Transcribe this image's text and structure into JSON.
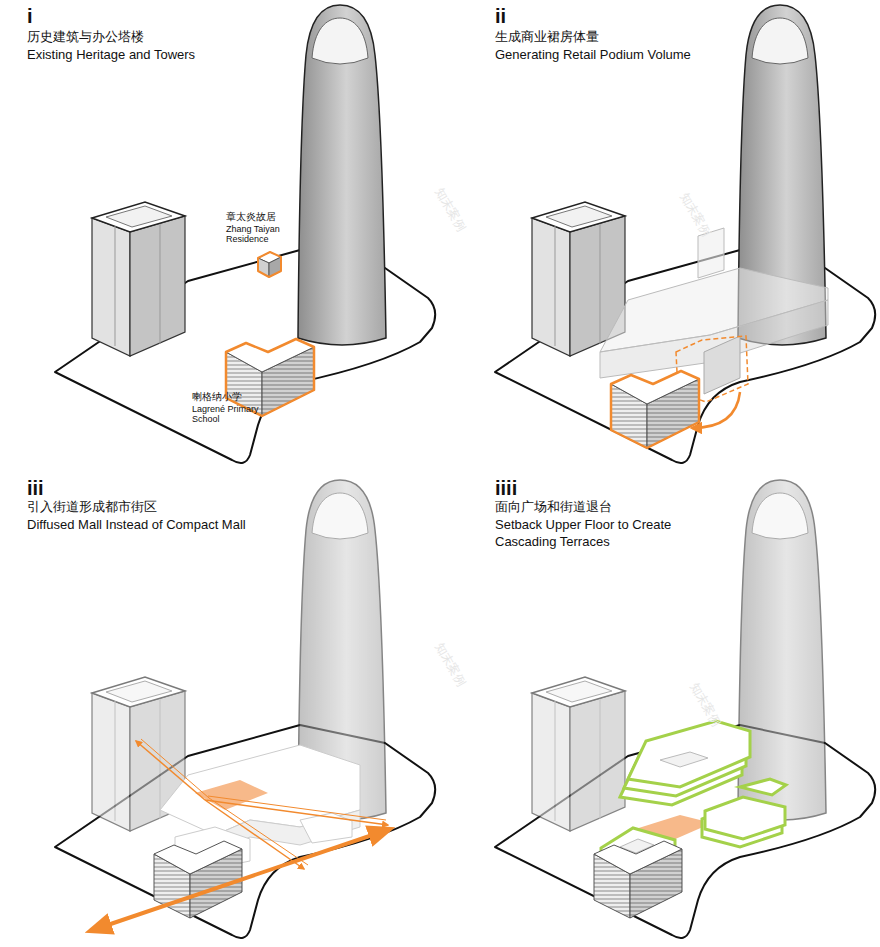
{
  "diagram": {
    "labels": [
      "i",
      "历史建筑与办公塔楼",
      "Existing Heritage and Towers",
      "章太炎故居",
      "Zhang Taiyan Residence",
      "喇格纳小学",
      "Lagrené Primary School",
      "ii",
      "生成商业裙房体量",
      "Generating Retail Podium Volume",
      "iii",
      "引入街道形成都市街区",
      "Diffused Mall Instead of Compact Mall",
      "iiii",
      "面向广场和街道退台",
      "Setback Upper Floor to Create Cascading Terraces",
      "知末案例",
      "知末案例",
      "知末案例",
      "知末案例"
    ]
  }
}
